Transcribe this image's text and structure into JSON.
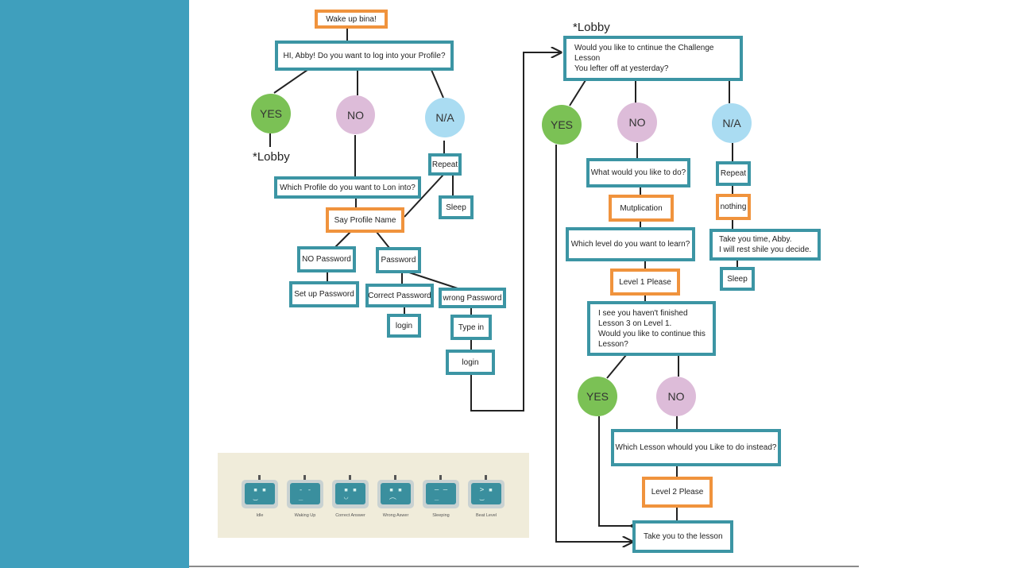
{
  "colors": {
    "sidebar": "#3f9fbd",
    "teal_box": "#3c95a4",
    "orange_box": "#f0933d",
    "yes": "#7bc155",
    "no": "#ddbcd9",
    "na": "#aadcf2",
    "legend_bg": "#f0ecda"
  },
  "left_flow": {
    "wake": "Wake up bina!",
    "question": "HI, Abby! Do you want to log into your Profile?",
    "yes": "YES",
    "no": "NO",
    "na": "N/A",
    "lobby": "*Lobby",
    "repeat": "Repeat",
    "sleep": "Sleep",
    "which_profile": "Which Profile do you want to Lon into?",
    "say_name": "Say Profile Name",
    "no_password": "NO Password",
    "password": "Password",
    "setup_password": "Set up Password",
    "correct_password": "Correct Password",
    "wrong_password": "wrong Password",
    "login_a": "login",
    "type_in": "Type in",
    "login_b": "login"
  },
  "right_flow": {
    "lobby": "*Lobby",
    "question": "Would you like to cntinue the Challenge Lesson\nYou lefter off at yesterday?",
    "yes": "YES",
    "no": "NO",
    "na": "N/A",
    "what_do": "What would you like to do?",
    "multiplication": "Mutplication",
    "which_level": "Which level do you want to learn?",
    "level1": "Level 1 Please",
    "unfinished": "I see you haven't finished\nLesson 3 on Level 1.\nWould you like to continue this\nLesson?",
    "yes2": "YES",
    "no2": "NO",
    "which_lesson": "Which Lesson whould you Like to do instead?",
    "level2": "Level 2 Please",
    "take_lesson": "Take you to the lesson",
    "repeat": "Repeat",
    "nothing": "nothing",
    "take_time": "Take you time, Abby.\nI will rest shile you decide.",
    "sleep": "Sleep"
  },
  "legend": {
    "faces": [
      {
        "label": "Idle",
        "face": "▪ ▪\n‿"
      },
      {
        "label": "Waking Up",
        "face": "- -\n_"
      },
      {
        "label": "Correct Answer",
        "face": "▪ ▪\n◡"
      },
      {
        "label": "Wrong Aswer",
        "face": "▪ ▪\n︵"
      },
      {
        "label": "Sleeping",
        "face": "– –\n_"
      },
      {
        "label": "Beat Level",
        "face": "> ▪\n‿"
      }
    ]
  }
}
